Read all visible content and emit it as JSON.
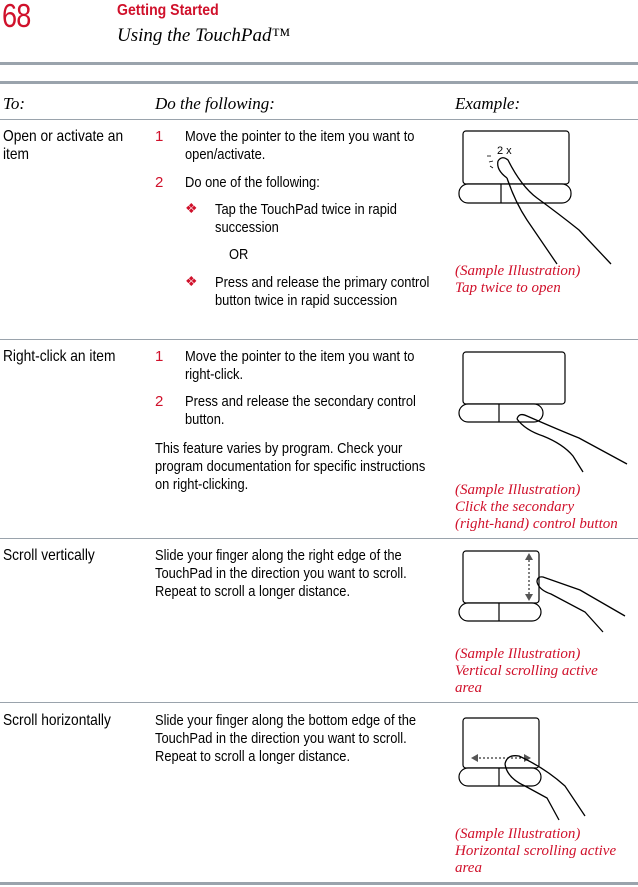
{
  "header": {
    "page_number": "68",
    "chapter": "Getting Started",
    "subtitle": "Using the TouchPad™"
  },
  "table": {
    "columns": [
      "To:",
      "Do the following:",
      "Example:"
    ],
    "rows": [
      {
        "task": "Open or activate an item",
        "steps": [
          {
            "num": "1",
            "text": "Move the pointer to the item you want to open/activate."
          },
          {
            "num": "2",
            "text": "Do one of the following:"
          }
        ],
        "bullets": [
          "Tap the TouchPad twice in rapid succession",
          "Press and release the primary control button twice in rapid succession"
        ],
        "or_text": "OR",
        "bullet_symbol": "❖",
        "illustration_label": "2 x",
        "caption": [
          "(Sample Illustration)",
          "Tap twice to open"
        ]
      },
      {
        "task": "Right-click an item",
        "steps": [
          {
            "num": "1",
            "text": "Move the pointer to the item you want to right-click."
          },
          {
            "num": "2",
            "text": "Press and release the secondary control button."
          }
        ],
        "note": "This feature varies by program. Check your program documentation for specific instructions on right-clicking.",
        "caption": [
          "(Sample Illustration)",
          "Click the secondary",
          "(right-hand) control button"
        ]
      },
      {
        "task": "Scroll vertically",
        "description": "Slide your finger along the right edge of the TouchPad in the direction you want to scroll. Repeat to scroll a longer distance.",
        "caption": [
          "(Sample Illustration)",
          "Vertical scrolling active",
          "area"
        ]
      },
      {
        "task": "Scroll horizontally",
        "description": "Slide your finger along the bottom edge of the TouchPad in the direction you want to scroll. Repeat to scroll a longer distance.",
        "caption": [
          "(Sample Illustration)",
          "Horizontal scrolling active",
          "area"
        ]
      }
    ]
  },
  "colors": {
    "accent_red": "#d0112b",
    "rule_gray": "#9aa3ac"
  }
}
